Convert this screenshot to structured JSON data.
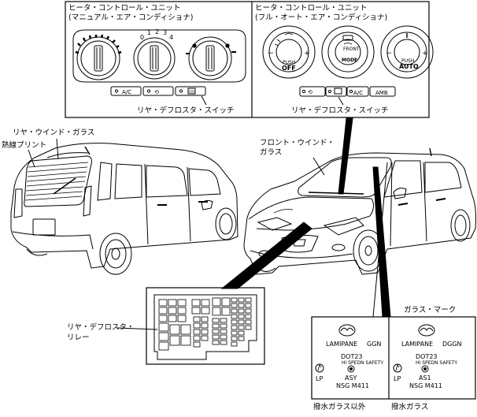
{
  "panels": {
    "manual": {
      "title": "ヒータ・コントロール・ユニット",
      "subtitle": "(マニュアル・エア・コンディショナ)",
      "buttons": [
        "A/C"
      ],
      "fan_ticks": [
        "0",
        "1",
        "2",
        "3",
        "4"
      ],
      "switch_label": "リヤ・デフロスタ・スイッチ"
    },
    "auto": {
      "title": "ヒータ・コントロール・ユニット",
      "subtitle": "(フル・オート・エア・コンディショナ)",
      "dial_left": {
        "text1": "PUSH",
        "text2": "OFF",
        "minus": "−",
        "plus": "+"
      },
      "dial_mid": {
        "front": "FRONT",
        "mode": "MODE"
      },
      "dial_right": {
        "text1": "PUSH",
        "text2": "AUTO",
        "minus": "−",
        "plus": "+"
      },
      "buttons": [
        "A/C",
        "AMB"
      ],
      "switch_label": "リヤ・デフロスタ・スイッチ"
    }
  },
  "car_labels": {
    "rear_window": "リヤ・ウインド・ガラス",
    "heating_print": "熱線プリント",
    "front_window_1": "フロント・ウインド・",
    "front_window_2": "ガラス"
  },
  "relay": {
    "label_1": "リヤ・デフロスタ・",
    "label_2": "リレー"
  },
  "glass": {
    "mark_title": "ガラス・マーク",
    "left": {
      "brand": "LAMIPANE",
      "code": "GGN",
      "dot": "DOT23",
      "asy": "ASY",
      "nsg": "NSG M411",
      "lp": "LP",
      "ring": "HI SPEDN SAFETY",
      "caption": "撥水ガラス以外"
    },
    "right": {
      "brand": "LAMIPANE",
      "code": "DGGN",
      "dot": "DOT23",
      "asy": "AS1",
      "nsg": "NSG M411",
      "lp": "LP",
      "ring": "HI SPEDN SAFETY",
      "caption": "撥水ガラス"
    }
  }
}
